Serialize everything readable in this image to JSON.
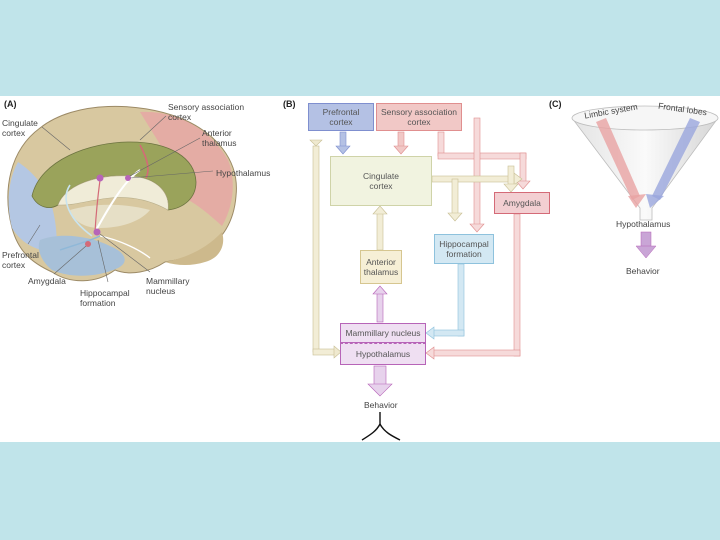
{
  "panel_a": {
    "tag": "(A)",
    "labels": {
      "cingulate_cortex": "Cingulate\ncortex",
      "sensory_association_cortex": "Sensory association\ncortex",
      "anterior_thalamus": "Anterior\nthalamus",
      "hypothalamus": "Hypothalamus",
      "prefrontal_cortex": "Prefrontal\ncortex",
      "amygdala": "Amygdala",
      "hippocampal_formation": "Hippocampal\nformation",
      "mammillary_nucleus": "Mammillary\nnucleus"
    }
  },
  "panel_b": {
    "tag": "(B)",
    "boxes": {
      "prefrontal_cortex": "Prefrontal\ncortex",
      "sensory_association_cortex": "Sensory association\ncortex",
      "cingulate_cortex": "Cingulate\ncortex",
      "amygdala": "Amygdala",
      "hippocampal_formation": "Hippocampal\nformation",
      "anterior_thalamus": "Anterior\nthalamus",
      "mammillary_nucleus": "Mammillary nucleus",
      "hypothalamus": "Hypothalamus"
    },
    "output": "Behavior"
  },
  "panel_c": {
    "tag": "(C)",
    "limbic_system": "Limbic system",
    "frontal_lobes": "Frontal lobes",
    "hypothalamus": "Hypothalamus",
    "behavior": "Behavior"
  },
  "colors": {
    "background": "#c0e4ea",
    "prefrontal": "#7f8fcf",
    "sensory": "#e8a3a3",
    "cingulate": "#e4e9c6",
    "amygdala": "#d46a77",
    "hippocampal": "#8ec2dd",
    "thalamus": "#e8d8a4",
    "hypothalamus": "#b764b8"
  }
}
